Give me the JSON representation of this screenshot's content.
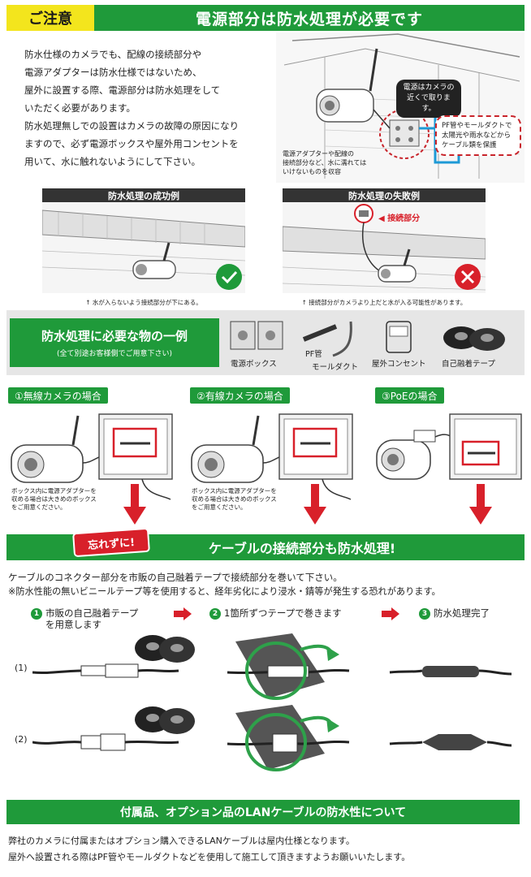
{
  "header": {
    "badge": "ご注意",
    "title": "電源部分は防水処理が必要です"
  },
  "intro": {
    "lines": [
      "防水仕様のカメラでも、配線の接続部分や",
      "電源アダプターは防水仕様ではないため、",
      "屋外に設置する際、電源部分は防水処理をして",
      "いただく必要があります。",
      "防水処理無しでの設置はカメラの故障の原因になり",
      "ますので、必ず電源ボックスや屋外用コンセントを",
      "用いて、水に触れないようにして下さい。"
    ]
  },
  "house_illustration": {
    "callout_top": [
      "電源はカメラの",
      "近くで取ります。"
    ],
    "callout_right": [
      "PF管やモールダクトで",
      "太陽光や雨水などから",
      "ケーブル類を保護"
    ],
    "note_bottom": [
      "電源アダプターや配線の",
      "接続部分など、水に濡れては",
      "いけないものを収容"
    ]
  },
  "success_panel": {
    "title": "防水処理の成功例",
    "caption": "↑ 水が入らないよう接続部分が下にある。"
  },
  "failure_panel": {
    "title": "防水処理の失敗例",
    "label": "接続部分",
    "caption": "↑ 接続部分がカメラより上だと水が入る可能性があります。"
  },
  "required_items": {
    "title": "防水処理に必要な物の一例",
    "subtitle": "(全て別途お客様側でご用意下さい)",
    "items": {
      "power_box": "電源ボックス",
      "pf_pipe": "PF管",
      "mole_duct": "モールダクト",
      "outdoor_outlet": "屋外コンセント",
      "tape": "自己融着テープ"
    }
  },
  "cases": {
    "wireless": {
      "title": "①無線カメラの場合",
      "note": [
        "ボックス内に電源アダプターを",
        "収める場合は大きめのボックス",
        "をご用意ください。"
      ]
    },
    "wired": {
      "title": "②有線カメラの場合",
      "note": [
        "ボックス内に電源アダプターを",
        "収める場合は大きめのボックス",
        "をご用意ください。"
      ]
    },
    "poe": {
      "title": "③PoEの場合"
    }
  },
  "reminder": {
    "badge": "忘れずに!",
    "title": "ケーブルの接続部分も防水処理!"
  },
  "instructions": {
    "line1": "ケーブルのコネクター部分を市販の自己融着テープで接続部分を巻いて下さい。",
    "line2": "※防水性能の無いビニールテープ等を使用すると、経年劣化により浸水・錆等が発生する恐れがあります。"
  },
  "steps": [
    {
      "num": "1",
      "line1": "市販の自己融着テープ",
      "line2": "を用意します"
    },
    {
      "num": "2",
      "line1": "1箇所ずつテープで巻きます",
      "line2": ""
    },
    {
      "num": "3",
      "line1": "防水処理完了",
      "line2": ""
    }
  ],
  "rows": [
    "(1)",
    "(2)"
  ],
  "lan_section": {
    "title": "付属品、オプション品のLANケーブルの防水性について",
    "line1": "弊社のカメラに付属またはオプション購入できるLANケーブルは屋内仕様となります。",
    "line2": "屋外へ設置される際はPF管やモールダクトなどを使用して施工して頂きますようお願いいたします。"
  },
  "colors": {
    "green": "#1f9a3a",
    "yellow": "#f3e51d",
    "red": "#d8202a",
    "dark": "#333333"
  }
}
